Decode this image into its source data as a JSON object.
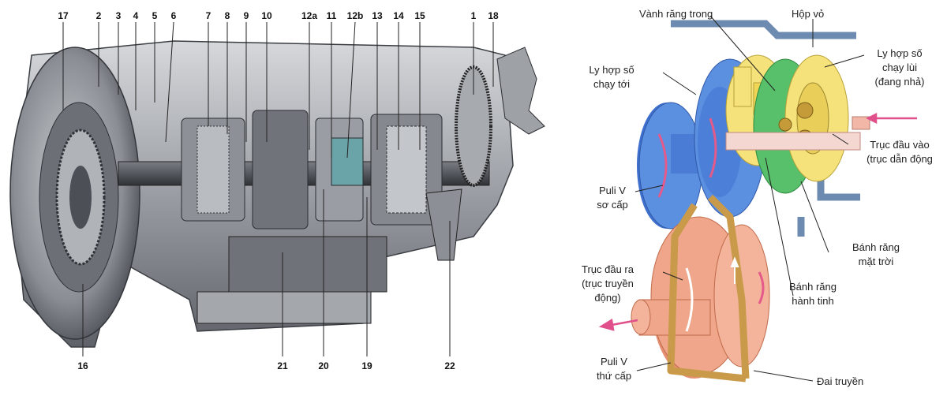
{
  "left_figure": {
    "callouts_top": [
      "17",
      "2",
      "3",
      "4",
      "5",
      "6",
      "7",
      "8",
      "9",
      "10",
      "12a",
      "11",
      "12b",
      "13",
      "14",
      "15",
      "1",
      "18"
    ],
    "callouts_bottom": [
      "16",
      "21",
      "20",
      "19",
      "22"
    ]
  },
  "right_figure": {
    "labels": {
      "ring_gear": "Vành răng trong",
      "housing": "Hộp vỏ",
      "reverse_clutch_1": "Ly hợp số",
      "reverse_clutch_2": "chạy lùi",
      "reverse_clutch_3": "(đang nhả)",
      "forward_clutch_1": "Ly hợp số",
      "forward_clutch_2": "chạy tới",
      "input_shaft_1": "Trục đầu vào",
      "input_shaft_2": "(trục dẫn động",
      "primary_pulley_1": "Puli V",
      "primary_pulley_2": "sơ cấp",
      "sun_gear_1": "Bánh răng",
      "sun_gear_2": "mặt trời",
      "output_shaft_1": "Trục đầu ra",
      "output_shaft_2": "(trục truyền",
      "output_shaft_3": "động)",
      "planet_gear_1": "Bánh răng",
      "planet_gear_2": "hành tinh",
      "secondary_pulley_1": "Puli V",
      "secondary_pulley_2": "thứ cấp",
      "belt": "Đai truyền"
    },
    "colors": {
      "primary_pulley": "#5b8fe0",
      "secondary_pulley": "#f0a68a",
      "belt": "#c89a4a",
      "clutch_yellow": "#f5e27a",
      "sun_green": "#58c06a",
      "housing": "#6d8bb0",
      "arrow_pink": "#e0508a"
    }
  }
}
